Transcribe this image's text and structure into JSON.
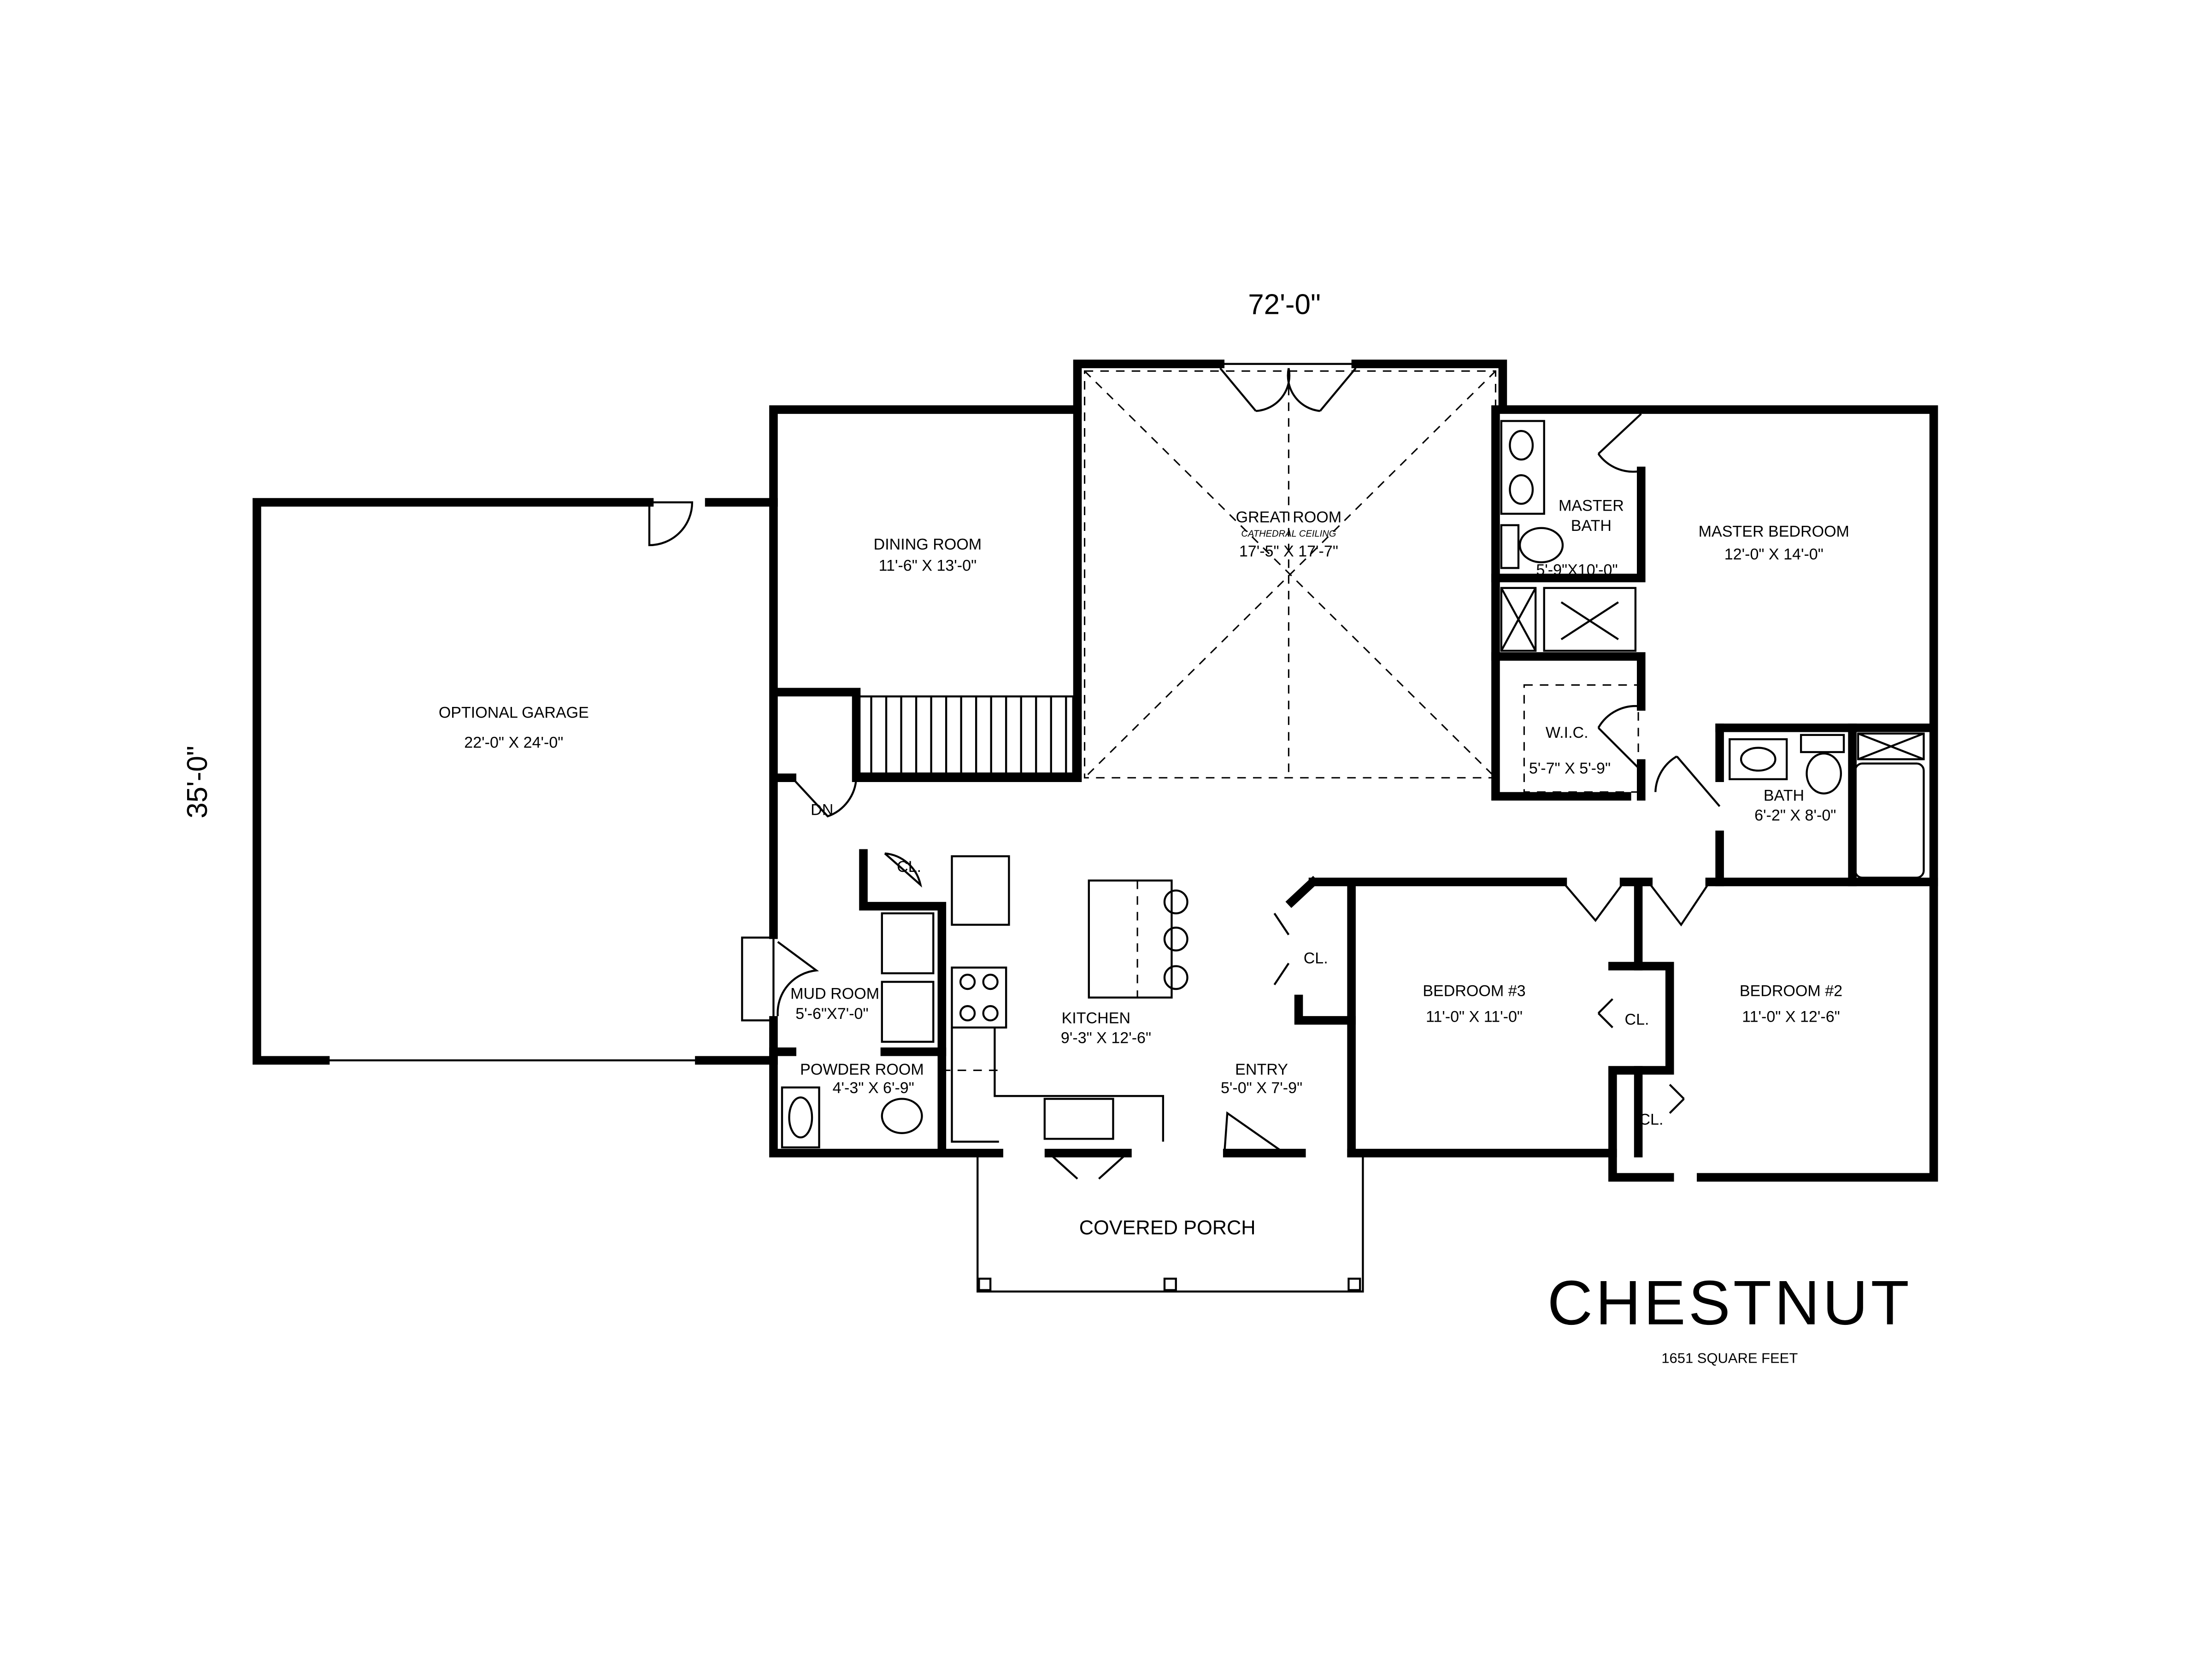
{
  "plan": {
    "name": "CHESTNUT",
    "area": "1651 SQUARE FEET",
    "overall_width": "72'-0\"",
    "overall_depth": "35'-0\""
  },
  "rooms": {
    "garage": {
      "name": "OPTIONAL GARAGE",
      "size": "22'-0\" X 24'-0\""
    },
    "dining": {
      "name": "DINING ROOM",
      "size": "11'-6\" X 13'-0\""
    },
    "great": {
      "name": "GREAT ROOM",
      "note": "CATHEDRAL CEILING",
      "size": "17'-5\" X 17'-7\""
    },
    "master_bath": {
      "name_line1": "MASTER",
      "name_line2": "BATH",
      "size": "5'-9\"X10'-0\""
    },
    "master_bed": {
      "name": "MASTER BEDROOM",
      "size": "12'-0\" X 14'-0\""
    },
    "wic": {
      "name": "W.I.C.",
      "size": "5'-7\" X 5'-9\""
    },
    "bath": {
      "name": "BATH",
      "size": "6'-2\" X 8'-0\""
    },
    "mud": {
      "name": "MUD ROOM",
      "size": "5'-6\"X7'-0\""
    },
    "powder": {
      "name": "POWDER ROOM",
      "size": "4'-3\" X 6'-9\""
    },
    "kitchen": {
      "name": "KITCHEN",
      "size": "9'-3\" X 12'-6\""
    },
    "entry": {
      "name": "ENTRY",
      "size": "5'-0\" X 7'-9\""
    },
    "bed3": {
      "name": "BEDROOM #3",
      "size": "11'-0\" X 11'-0\""
    },
    "bed2": {
      "name": "BEDROOM #2",
      "size": "11'-0\" X 12'-6\""
    },
    "porch": {
      "name": "COVERED PORCH"
    },
    "stairs": {
      "label": "DN"
    },
    "closet_label": "CL."
  }
}
